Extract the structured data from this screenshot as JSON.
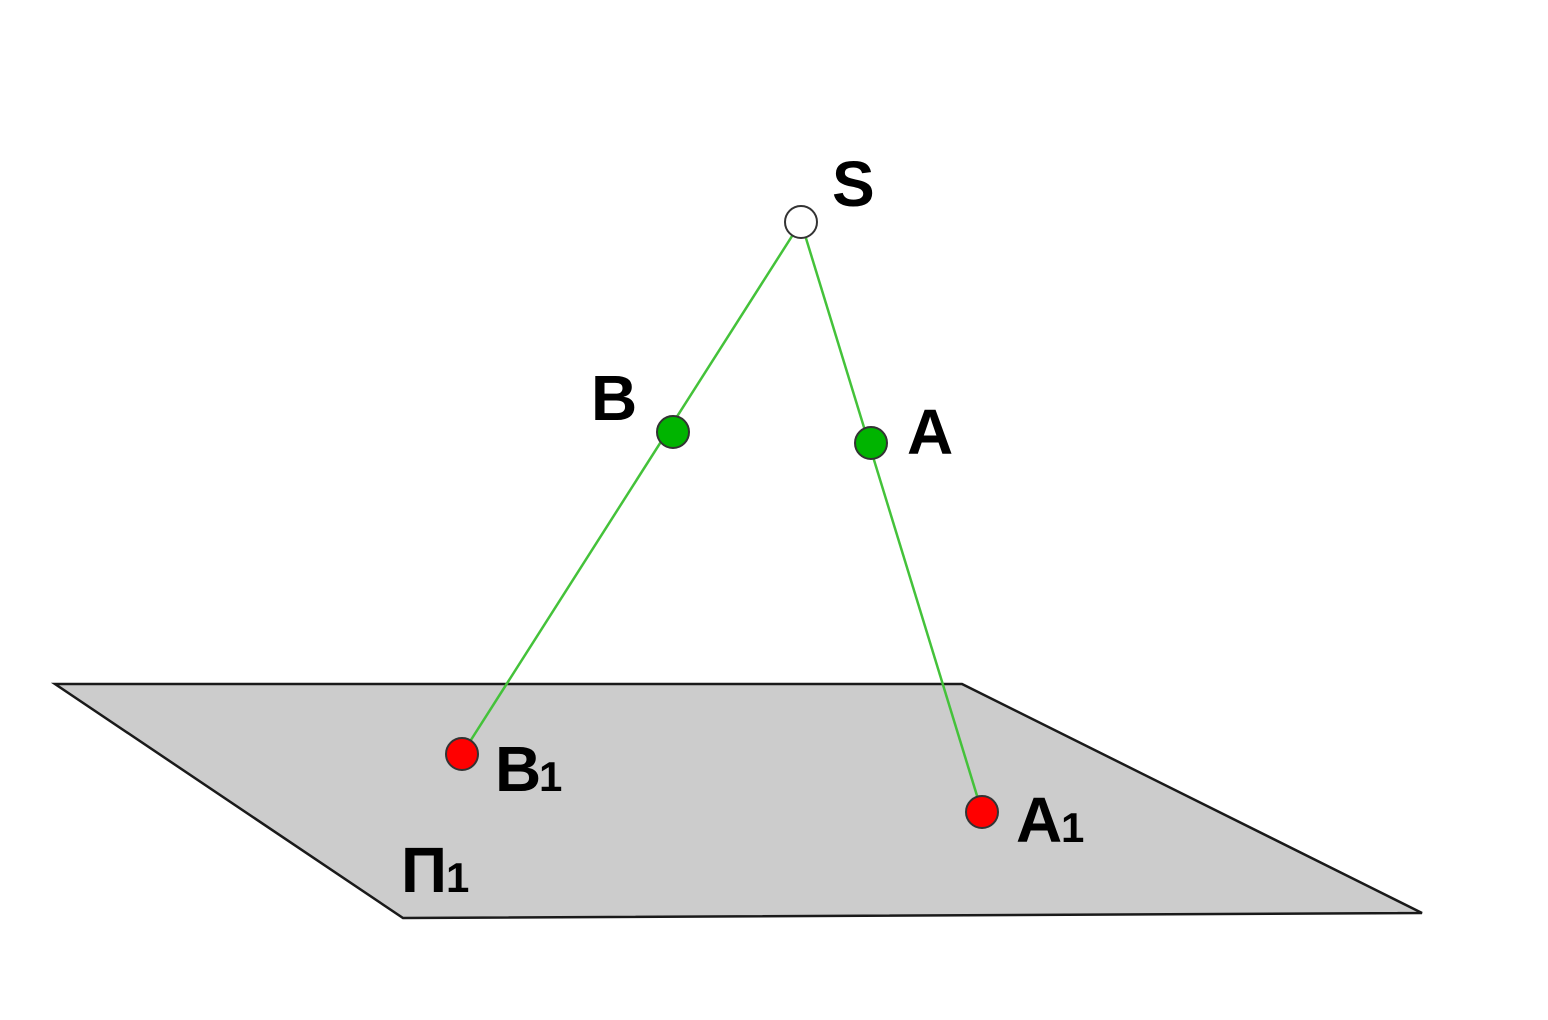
{
  "colors": {
    "background": "#ffffff",
    "plane_fill": "#cccccc",
    "plane_stroke": "#1a1a1a",
    "ray": "#44c23a",
    "space_point": "#00b400",
    "projection_point": "#ff0000",
    "center_point": "#ffffff",
    "point_stroke": "#333333"
  },
  "labels": {
    "center": "S",
    "point_a": "A",
    "point_b": "B",
    "proj_a_main": "A",
    "proj_a_sub": "1",
    "proj_b_main": "B",
    "proj_b_sub": "1",
    "plane_main": "П",
    "plane_sub": "1"
  }
}
